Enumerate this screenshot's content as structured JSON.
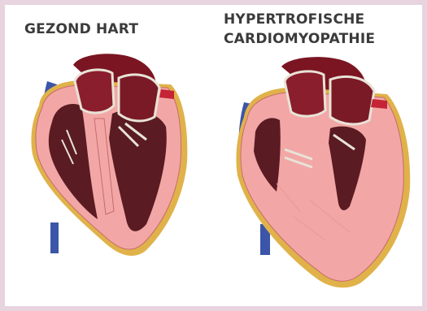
{
  "labels": {
    "left": "GEZOND HART",
    "right_line1": "HYPERTROFISCHE",
    "right_line2": "CARDIOMYOPATHIE"
  },
  "colors": {
    "page_border": "#e7d4df",
    "background": "#ffffff",
    "muscle": "#f2a7a6",
    "muscle_edge": "#c86a6a",
    "chamber": "#5a1b22",
    "aorta": "#7b1522",
    "vessel_blue": "#3b55a8",
    "fat": "#e0b24a",
    "valve": "#e8e3d7"
  }
}
